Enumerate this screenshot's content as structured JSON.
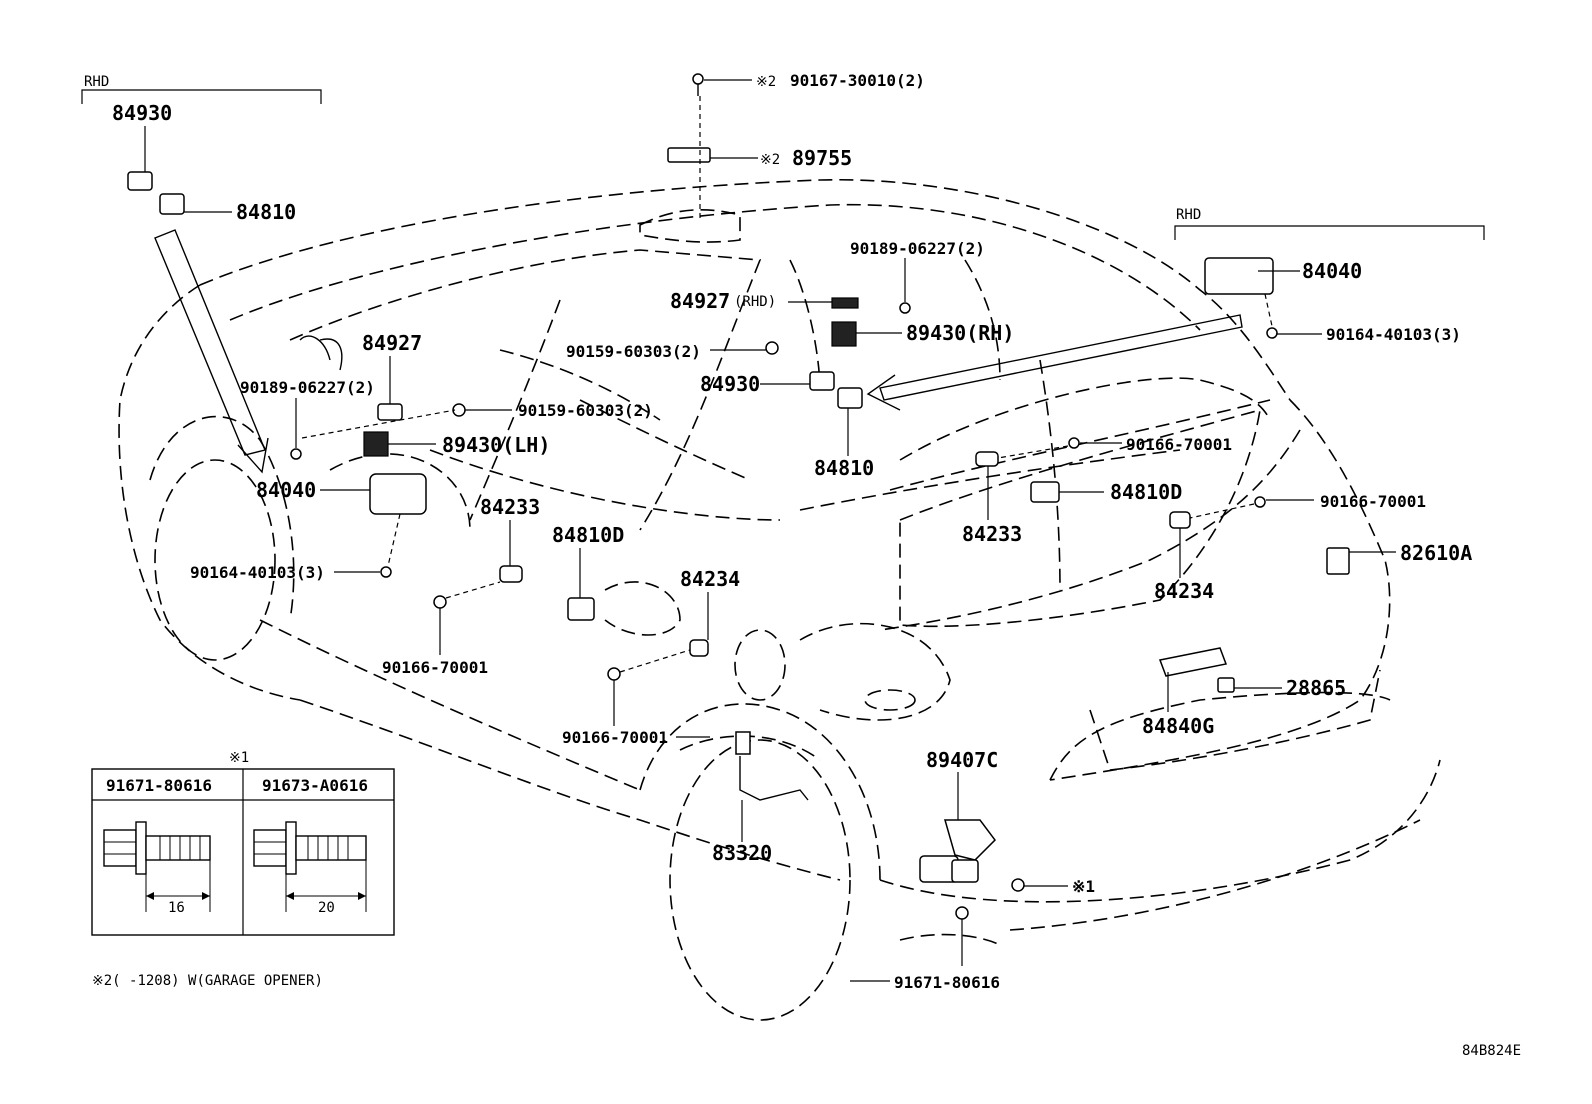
{
  "diagram_id": "84B824E",
  "rhd_left": "RHD",
  "rhd_right": "RHD",
  "labels": {
    "p84930_tl": "84930",
    "p84810_tl": "84810",
    "p90167": "90167-30010(2)",
    "p90167_mark": "※2",
    "p89755": "89755",
    "p89755_mark": "※2",
    "p90189_top": "90189-06227(2)",
    "p84927_rhd": "84927",
    "p84927_rhd_note": "(RHD)",
    "p89430_rh": "89430(RH)",
    "p90159_center": "90159-60303(2)",
    "p84930_center": "84930",
    "p84810_center": "84810",
    "p84040_right": "84040",
    "p90164_right": "90164-40103(3)",
    "p84927_left": "84927",
    "p90189_left": "90189-06227(2)",
    "p90159_left": "90159-60303(2)",
    "p89430_lh": "89430(LH)",
    "p84040_left": "84040",
    "p84233_left": "84233",
    "p90164_left": "90164-40103(3)",
    "p84810d_left": "84810D",
    "p84234_left": "84234",
    "p90166_left": "90166-70001",
    "p90166_bottom": "90166-70001",
    "p83320": "83320",
    "p90166_r1": "90166-70001",
    "p84233_right": "84233",
    "p84810d_right": "84810D",
    "p90166_r2": "90166-70001",
    "p82610a": "82610A",
    "p84234_right": "84234",
    "p28865": "28865",
    "p84840g": "84840G",
    "p89407c": "89407C",
    "p_mark1": "※1",
    "p91671_bottom": "91671-80616"
  },
  "inset": {
    "title": "※1",
    "col1": "91671-80616",
    "col2": "91673-A0616",
    "dim1": "16",
    "dim2": "20"
  },
  "footnote": "※2(    -1208) W(GARAGE OPENER)"
}
